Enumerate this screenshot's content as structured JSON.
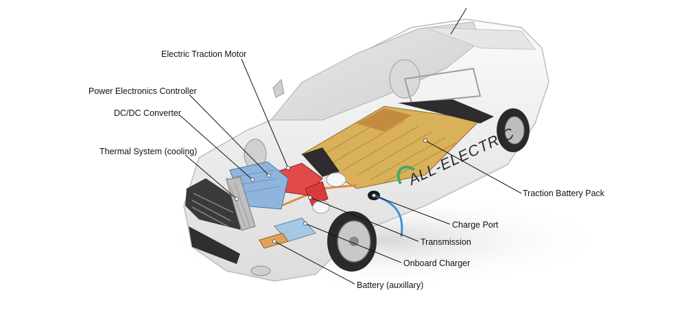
{
  "brand_text": "ALL-ELECTRIC",
  "labels": {
    "motor": "Electric Traction Motor",
    "power_electronics": "Power Electronics Controller",
    "dcdc": "DC/DC Converter",
    "thermal": "Thermal System (cooling)",
    "battery_pack": "Traction Battery Pack",
    "charge_port": "Charge Port",
    "transmission": "Transmission",
    "onboard_charger": "Onboard Charger",
    "aux_battery": "Battery (auxillary)"
  },
  "colors": {
    "body": "#f2f2f2",
    "glass": "#d9d9d9",
    "battery": "#d9b15a",
    "battery_dark": "#2d2d2d",
    "inverter": "#e04a4a",
    "dcdc": "#8fb5dd",
    "cable": "#3c8fd6",
    "leader": "#111111"
  }
}
